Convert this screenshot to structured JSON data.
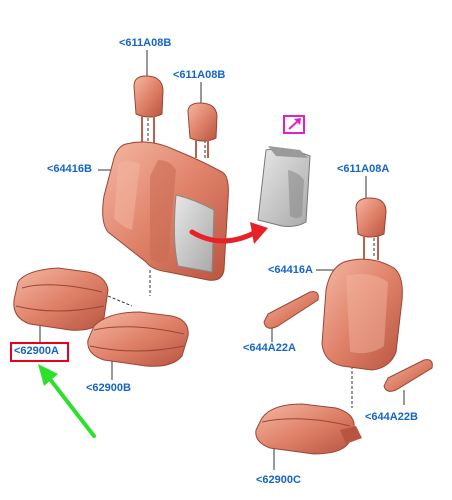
{
  "colors": {
    "callout_text": "#1565c8",
    "seat_fill": "#e0826a",
    "seat_shadow": "#b85440",
    "seat_highlight": "#f4b8a4",
    "grey_part": "#c8c8c8",
    "arrow_red": "#e8202a",
    "arrow_green": "#2ee02e",
    "highlight_box": "#e8001c",
    "view_icon": "#e020c8"
  },
  "callouts": {
    "headrest_rear_1": "<611A08B",
    "headrest_rear_2": "<611A08B",
    "rear_backrest": "<64416B",
    "front_headrest": "<611A08A",
    "front_backrest": "<64416A",
    "armrest_left": "<644A22A",
    "armrest_right": "<644A22B",
    "rear_cushion_a": "<62900A",
    "rear_cushion_b": "<62900B",
    "front_cushion": "<62900C"
  },
  "highlighted_part": "<62900A",
  "icons": [
    "detail-view-icon",
    "red-curved-arrow-icon",
    "green-pointer-arrow-icon"
  ]
}
